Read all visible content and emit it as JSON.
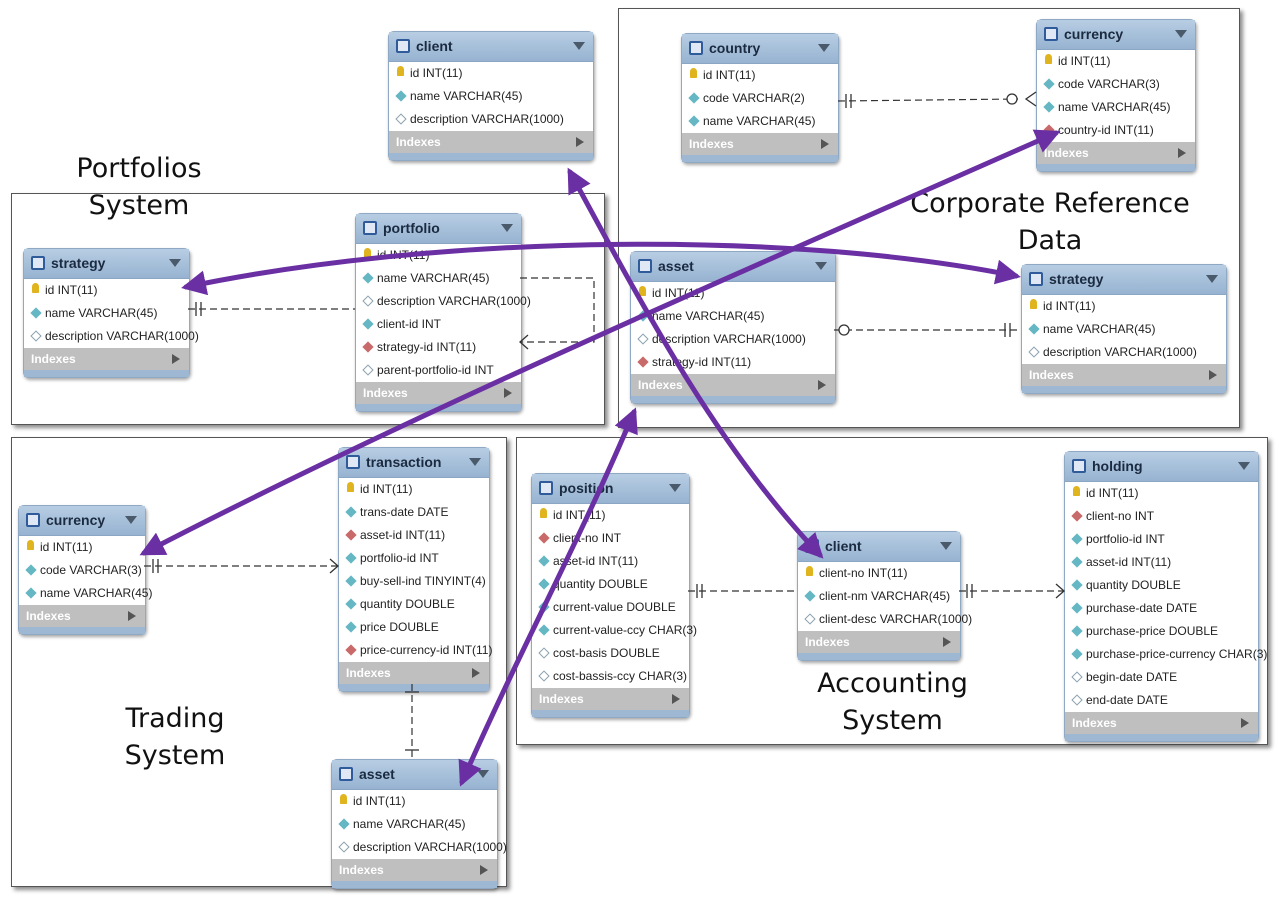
{
  "regions": [
    {
      "id": "portfolios",
      "label": "Portfolios\nSystem"
    },
    {
      "id": "corporate",
      "label": "Corporate Reference\nData"
    },
    {
      "id": "trading",
      "label": "Trading\nSystem"
    },
    {
      "id": "accounting",
      "label": "Accounting\nSystem"
    }
  ],
  "indexes_label": "Indexes",
  "colors": {
    "arrow": "#6a2fa3",
    "header": "#a3bcd6",
    "indexes": "#bfbfbf"
  },
  "icons": {
    "table": "table-icon",
    "menu": "chevron-down-icon",
    "key": "key-icon",
    "column": "diamond-icon",
    "expand": "triangle-right-icon"
  },
  "tables": [
    {
      "id": "client-top",
      "name": "client",
      "columns": [
        {
          "kind": "key",
          "text": "id INT(11)"
        },
        {
          "kind": "nn",
          "text": "name VARCHAR(45)"
        },
        {
          "kind": "null",
          "text": "description VARCHAR(1000)"
        }
      ]
    },
    {
      "id": "country",
      "name": "country",
      "columns": [
        {
          "kind": "key",
          "text": "id INT(11)"
        },
        {
          "kind": "nn",
          "text": "code VARCHAR(2)"
        },
        {
          "kind": "nn",
          "text": "name VARCHAR(45)"
        }
      ]
    },
    {
      "id": "currency-ref",
      "name": "currency",
      "columns": [
        {
          "kind": "key",
          "text": "id INT(11)"
        },
        {
          "kind": "nn",
          "text": "code VARCHAR(3)"
        },
        {
          "kind": "nn",
          "text": "name VARCHAR(45)"
        },
        {
          "kind": "fk",
          "text": "country-id INT(11)"
        }
      ]
    },
    {
      "id": "strategy-port",
      "name": "strategy",
      "columns": [
        {
          "kind": "key",
          "text": "id INT(11)"
        },
        {
          "kind": "nn",
          "text": "name VARCHAR(45)"
        },
        {
          "kind": "null",
          "text": "description VARCHAR(1000)"
        }
      ]
    },
    {
      "id": "portfolio",
      "name": "portfolio",
      "columns": [
        {
          "kind": "key",
          "text": "id INT(11)"
        },
        {
          "kind": "nn",
          "text": "name VARCHAR(45)"
        },
        {
          "kind": "null",
          "text": "description VARCHAR(1000)"
        },
        {
          "kind": "nn",
          "text": "client-id INT"
        },
        {
          "kind": "fk",
          "text": "strategy-id INT(11)"
        },
        {
          "kind": "null",
          "text": "parent-portfolio-id INT"
        }
      ]
    },
    {
      "id": "asset-ref",
      "name": "asset",
      "columns": [
        {
          "kind": "key",
          "text": "id INT(11)"
        },
        {
          "kind": "nn",
          "text": "name VARCHAR(45)"
        },
        {
          "kind": "null",
          "text": "description VARCHAR(1000)"
        },
        {
          "kind": "fk",
          "text": "strategy-id INT(11)"
        }
      ]
    },
    {
      "id": "strategy-ref",
      "name": "strategy",
      "columns": [
        {
          "kind": "key",
          "text": "id INT(11)"
        },
        {
          "kind": "nn",
          "text": "name VARCHAR(45)"
        },
        {
          "kind": "null",
          "text": "description VARCHAR(1000)"
        }
      ]
    },
    {
      "id": "currency-trade",
      "name": "currency",
      "columns": [
        {
          "kind": "key",
          "text": "id INT(11)"
        },
        {
          "kind": "nn",
          "text": "code VARCHAR(3)"
        },
        {
          "kind": "nn",
          "text": "name VARCHAR(45)"
        }
      ]
    },
    {
      "id": "transaction",
      "name": "transaction",
      "columns": [
        {
          "kind": "key",
          "text": "id INT(11)"
        },
        {
          "kind": "nn",
          "text": "trans-date DATE"
        },
        {
          "kind": "fk",
          "text": "asset-id INT(11)"
        },
        {
          "kind": "nn",
          "text": "portfolio-id INT"
        },
        {
          "kind": "nn",
          "text": "buy-sell-ind TINYINT(4)"
        },
        {
          "kind": "nn",
          "text": "quantity DOUBLE"
        },
        {
          "kind": "nn",
          "text": "price DOUBLE"
        },
        {
          "kind": "fk",
          "text": "price-currency-id INT(11)"
        }
      ]
    },
    {
      "id": "asset-trade",
      "name": "asset",
      "columns": [
        {
          "kind": "key",
          "text": "id INT(11)"
        },
        {
          "kind": "nn",
          "text": "name VARCHAR(45)"
        },
        {
          "kind": "null",
          "text": "description VARCHAR(1000)"
        }
      ]
    },
    {
      "id": "position",
      "name": "position",
      "columns": [
        {
          "kind": "key",
          "text": "id INT(11)"
        },
        {
          "kind": "fk",
          "text": "client-no INT"
        },
        {
          "kind": "nn",
          "text": "asset-id INT(11)"
        },
        {
          "kind": "nn",
          "text": "quantity DOUBLE"
        },
        {
          "kind": "nn",
          "text": "current-value DOUBLE"
        },
        {
          "kind": "nn",
          "text": "current-value-ccy CHAR(3)"
        },
        {
          "kind": "null",
          "text": "cost-basis DOUBLE"
        },
        {
          "kind": "null",
          "text": "cost-bassis-ccy CHAR(3)"
        }
      ]
    },
    {
      "id": "client-acct",
      "name": "client",
      "columns": [
        {
          "kind": "key",
          "text": "client-no INT(11)"
        },
        {
          "kind": "nn",
          "text": "client-nm VARCHAR(45)"
        },
        {
          "kind": "null",
          "text": "client-desc VARCHAR(1000)"
        }
      ]
    },
    {
      "id": "holding",
      "name": "holding",
      "columns": [
        {
          "kind": "key",
          "text": "id INT(11)"
        },
        {
          "kind": "fk",
          "text": "client-no INT"
        },
        {
          "kind": "nn",
          "text": "portfolio-id INT"
        },
        {
          "kind": "nn",
          "text": "asset-id INT(11)"
        },
        {
          "kind": "nn",
          "text": "quantity DOUBLE"
        },
        {
          "kind": "nn",
          "text": "purchase-date DATE"
        },
        {
          "kind": "nn",
          "text": "purchase-price DOUBLE"
        },
        {
          "kind": "nn",
          "text": "purchase-price-currency CHAR(3)"
        },
        {
          "kind": "null",
          "text": "begin-date DATE"
        },
        {
          "kind": "null",
          "text": "end-date DATE"
        }
      ]
    }
  ]
}
